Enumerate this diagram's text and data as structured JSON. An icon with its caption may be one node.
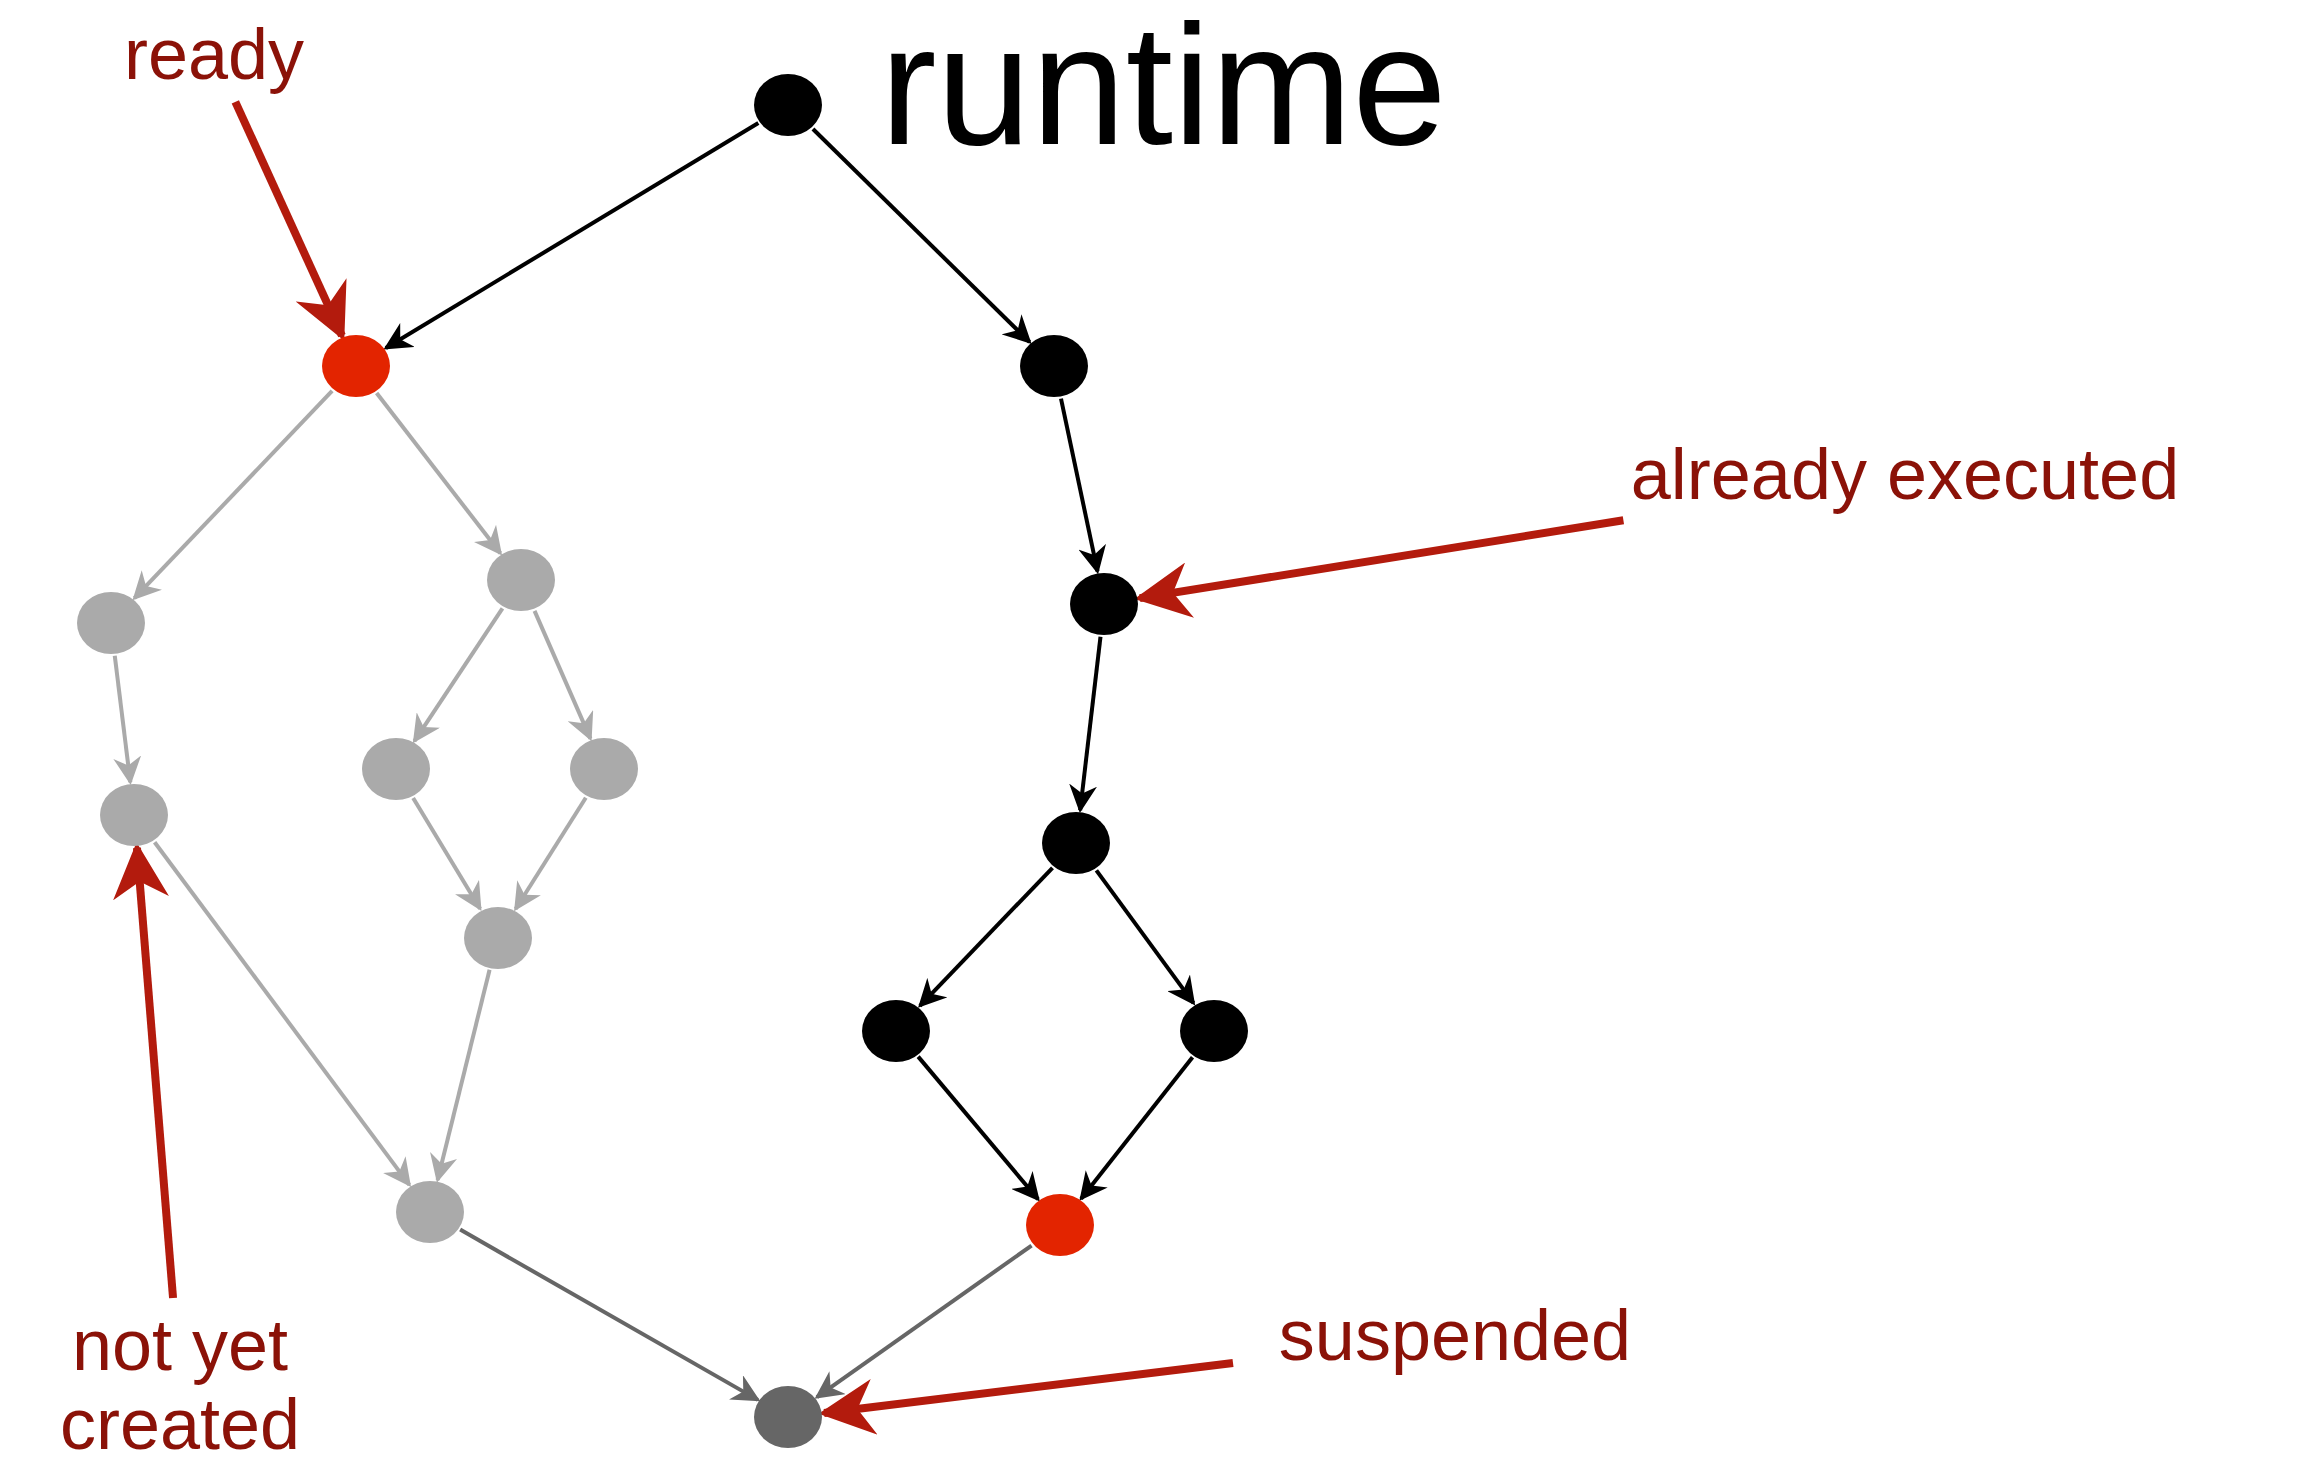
{
  "diagram": {
    "title": "runtime",
    "nodes": [
      {
        "text": [],
        "shape": "circle"
      },
      {
        "text": [],
        "shape": "circle"
      },
      {
        "text": [],
        "shape": "circle"
      },
      {
        "text": [],
        "shape": "circle"
      },
      {
        "text": [],
        "shape": "circle"
      },
      {
        "text": [],
        "shape": "circle"
      },
      {
        "text": [],
        "shape": "circle"
      },
      {
        "text": [],
        "shape": "circle"
      },
      {
        "text": [],
        "shape": "circle"
      },
      {
        "text": [],
        "shape": "circle"
      },
      {
        "text": [],
        "shape": "circle"
      },
      {
        "text": [],
        "shape": "circle"
      },
      {
        "text": [],
        "shape": "circle"
      },
      {
        "text": [],
        "shape": "circle"
      },
      {
        "text": [],
        "shape": "circle"
      },
      {
        "text": [],
        "shape": "circle"
      },
      {
        "text": [
          "ready"
        ]
      },
      {
        "text": [
          "already executed"
        ]
      },
      {
        "text": [
          "not yet created"
        ]
      },
      {
        "text": [
          "suspended"
        ]
      }
    ],
    "edges": [
      {
        "from": 0,
        "to": 1,
        "arrow": "to",
        "color": "#000000"
      },
      {
        "from": 0,
        "to": 2,
        "arrow": "to",
        "color": "#000000"
      },
      {
        "from": 1,
        "to": 3,
        "arrow": "to"
      },
      {
        "from": 1,
        "to": 4,
        "arrow": "to"
      },
      {
        "from": 2,
        "to": 5,
        "arrow": "to",
        "color": "#000000"
      },
      {
        "from": 3,
        "to": 6,
        "arrow": "to"
      },
      {
        "from": 4,
        "to": 7,
        "arrow": "to"
      },
      {
        "from": 4,
        "to": 8,
        "arrow": "to"
      },
      {
        "from": 5,
        "to": 9,
        "arrow": "to",
        "color": "#000000"
      },
      {
        "from": 7,
        "to": 10,
        "arrow": "to"
      },
      {
        "from": 8,
        "to": 10,
        "arrow": "to"
      },
      {
        "from": 9,
        "to": 11,
        "arrow": "to",
        "color": "#000000"
      },
      {
        "from": 9,
        "to": 12,
        "arrow": "to",
        "color": "#000000"
      },
      {
        "from": 6,
        "to": 13,
        "arrow": "to"
      },
      {
        "from": 10,
        "to": 13,
        "arrow": "to"
      },
      {
        "from": 11,
        "to": 14,
        "arrow": "to",
        "color": "#000000"
      },
      {
        "from": 12,
        "to": 14,
        "arrow": "to",
        "color": "#000000"
      },
      {
        "from": 13,
        "to": 15,
        "arrow": "to",
        "color": "#666666"
      },
      {
        "from": 14,
        "to": 15,
        "arrow": "to",
        "color": "#666666"
      },
      {
        "from": 16,
        "to": 1,
        "arrow": "to",
        "style": "thick",
        "color": "#b31b0d"
      },
      {
        "from": 17,
        "to": 5,
        "arrow": "to",
        "style": "thick",
        "color": "#b31b0d"
      },
      {
        "from": 18,
        "to": 6,
        "arrow": "to",
        "style": "thick",
        "color": "#b31b0d"
      },
      {
        "from": 19,
        "to": 15,
        "arrow": "to",
        "style": "thick",
        "color": "#b31b0d"
      }
    ]
  }
}
